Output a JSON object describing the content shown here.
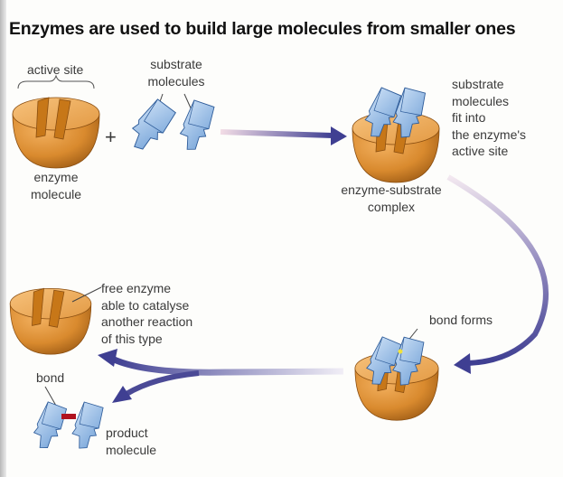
{
  "title": "Enzymes are used to build large molecules from smaller ones",
  "labels": {
    "active_site": "active site",
    "substrate_molecules": [
      "substrate",
      "molecules"
    ],
    "plus": "+",
    "enzyme_molecule": [
      "enzyme",
      "molecule"
    ],
    "fit_into": [
      "substrate",
      "molecules",
      "fit into",
      "the enzyme's",
      "active site"
    ],
    "complex": [
      "enzyme-substrate",
      "complex"
    ],
    "bond_forms": "bond forms",
    "free_enzyme": [
      "free enzyme",
      "able to catalyse",
      "another reaction",
      "of this type"
    ],
    "bond": "bond",
    "product_molecule": [
      "product",
      "molecule"
    ]
  },
  "colors": {
    "enzyme": "#d98a2e",
    "substrate": "#8fb8e6",
    "arrow": "#4b4a96",
    "bond": "#b0121e"
  }
}
